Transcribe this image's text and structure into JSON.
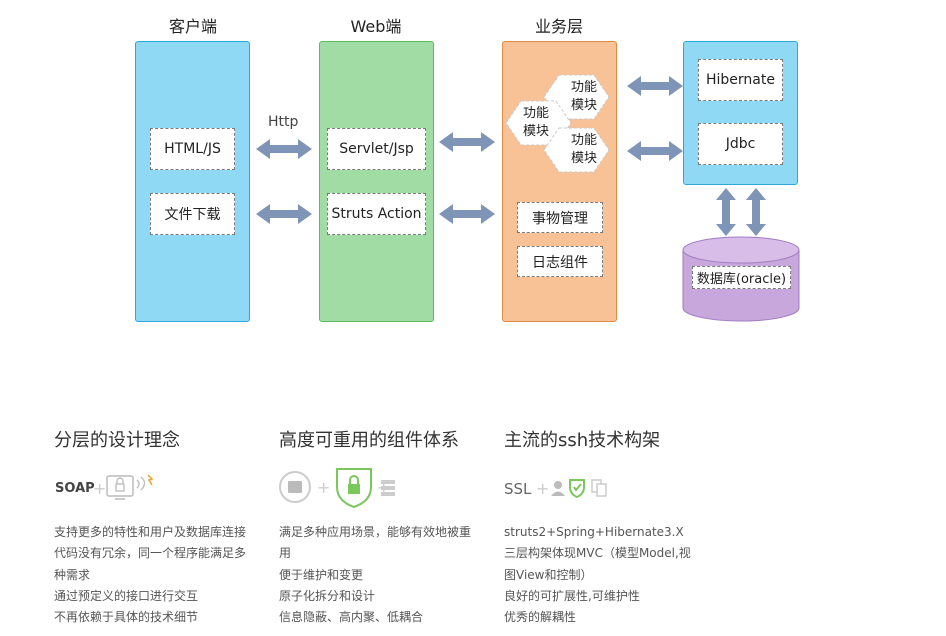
{
  "diagram": {
    "columns": {
      "client": "客户端",
      "web": "Web端",
      "business": "业务层"
    },
    "client_items": [
      "HTML/JS",
      "文件下载"
    ],
    "http_label": "Http",
    "web_items": [
      "Servlet/Jsp",
      "Struts Action"
    ],
    "business_modules": [
      "功能\n模块",
      "功能\n模块",
      "功能\n模块"
    ],
    "business_items": [
      "事物管理",
      "日志组件"
    ],
    "persistence_items": [
      "Hibernate",
      "Jdbc"
    ],
    "database_label": "数据库(oracle)",
    "colors": {
      "client_panel": "#8fd9f5",
      "web_panel": "#a1dca5",
      "business_panel": "#f8c196",
      "persistence_panel": "#8fd9f5",
      "database": "#c8a7dc",
      "arrow": "#7f95b7"
    }
  },
  "features": [
    {
      "title": "分层的设计理念",
      "icon_label": "SOAP",
      "icons": [
        "monitor-lock-icon",
        "signal-icon"
      ],
      "lines": [
        "支持更多的特性和用户及数据库连接",
        "代码没有冗余，同一个程序能满足多",
        "种需求",
        "通过预定义的接口进行交互",
        "不再依赖于具体的技术细节"
      ]
    },
    {
      "title": "高度可重用的组件体系",
      "icon_label": "",
      "icons": [
        "drive-circle-icon",
        "shield-lock-icon",
        "server-icon"
      ],
      "lines": [
        "满足多种应用场景，能够有效地被重",
        "用",
        "便于维护和变更",
        "原子化拆分和设计",
        "信息隐蔽、高内聚、低耦合"
      ]
    },
    {
      "title": "主流的ssh技术构架",
      "icon_label": "SSL",
      "icons": [
        "user-check-icon",
        "shield-check-icon",
        "copy-icon"
      ],
      "lines": [
        "struts2+Spring+Hibernate3.X",
        "三层构架体现MVC（模型Model,视",
        "图View和控制）",
        "良好的可扩展性,可维护性",
        "优秀的解耦性"
      ]
    }
  ]
}
